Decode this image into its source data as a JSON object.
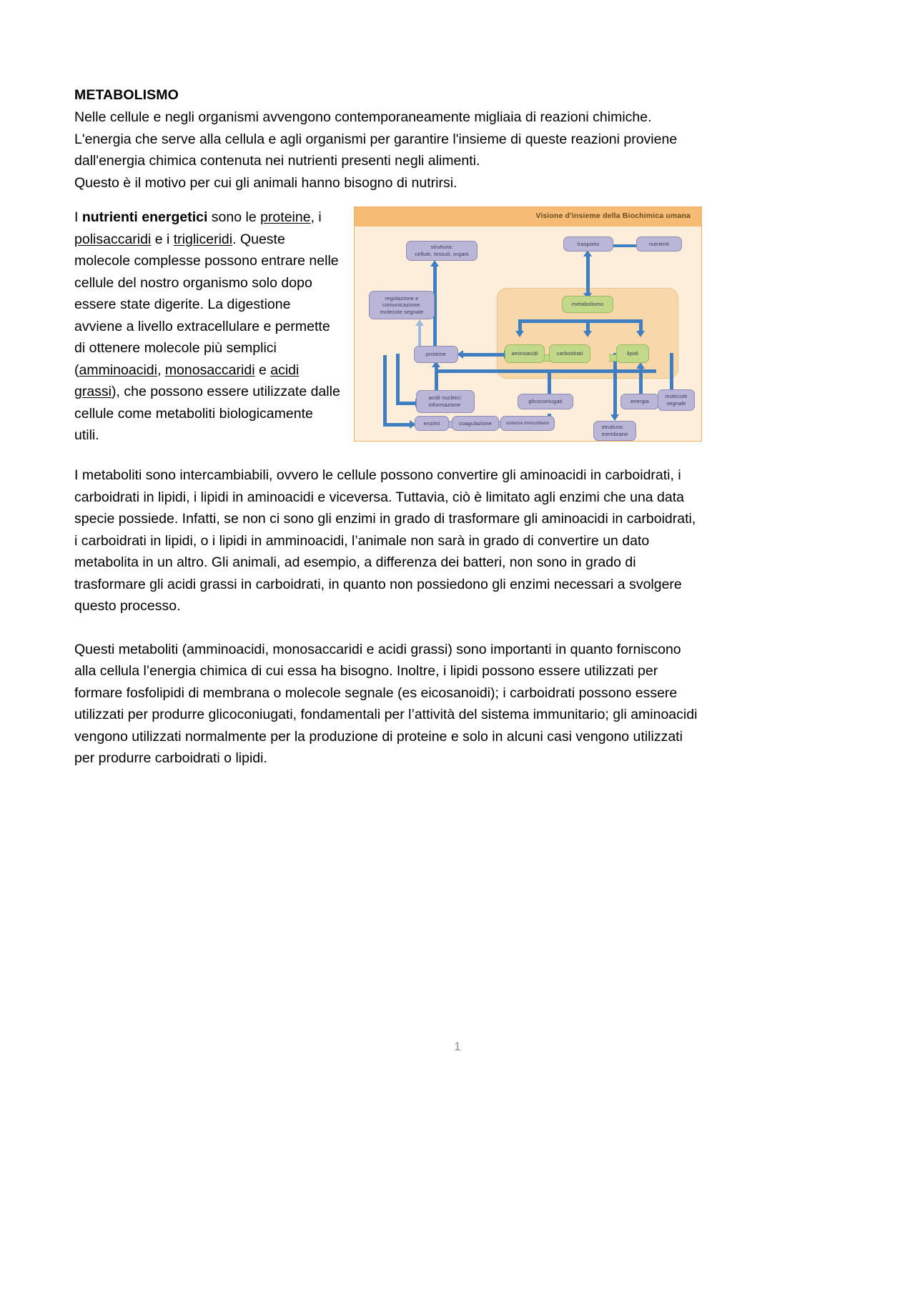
{
  "document": {
    "title": "METABOLISMO",
    "page_number": "1",
    "intro_lines": [
      "Nelle cellule e negli organismi avvengono contemporaneamente migliaia di reazioni chimiche.",
      "L'energia che serve alla cellula e agli organismi per garantire l'insieme di queste reazioni proviene dall'energia chimica contenuta nei nutrienti presenti negli alimenti.",
      "Questo è il motivo per cui gli animali hanno bisogno di nutrirsi."
    ],
    "left_column": {
      "prefix": "I ",
      "bold_term": "nutrienti energetici",
      "mid1": " sono le ",
      "u1": "proteine",
      "mid2": ", i ",
      "u2": "polisaccaridi",
      "mid3": " e i ",
      "u3": "trigliceridi",
      "mid4": ". Queste molecole complesse possono entrare nelle cellule del nostro organismo solo dopo essere state digerite. La digestione avviene a livello extracellulare e permette di ottenere molecole più semplici (",
      "u4": "amminoacidi",
      "mid5": ", ",
      "u5": "monosaccaridi",
      "mid6": " e ",
      "u6": "acidi grassi",
      "suffix": "), che possono essere utilizzate dalle cellule come metaboliti biologicamente utili."
    },
    "body_paragraphs": [
      "I metaboliti sono intercambiabili, ovvero le cellule possono convertire gli aminoacidi in carboidrati, i carboidrati in lipidi, i lipidi in aminoacidi e viceversa. Tuttavia, ciò è limitato agli enzimi che una data specie possiede. Infatti, se non ci sono gli enzimi in grado di trasformare gli aminoacidi in carboidrati, i carboidrati in lipidi, o i lipidi in amminoacidi, l’animale non sarà in grado di convertire un dato metabolita in un altro. Gli animali, ad esempio, a differenza dei batteri, non sono in grado di trasformare gli acidi grassi in carboidrati, in quanto non possiedono gli enzimi necessari a svolgere questo processo.",
      "Questi metaboliti (amminoacidi, monosaccaridi e acidi grassi) sono importanti in quanto forniscono alla cellula l’energia chimica di cui essa ha bisogno. Inoltre, i lipidi possono essere utilizzati per formare fosfolipidi di membrana o molecole segnale (es eicosanoidi); i carboidrati possono essere utilizzati per produrre glicoconiugati, fondamentali per l’attività del sistema immunitario; gli aminoacidi vengono utilizzati normalmente per la produzione di proteine e solo in alcuni casi vengono utilizzati per produrre carboidrati o lipidi."
    ]
  },
  "figure": {
    "title": "Visione d'insieme della Biochimica umana",
    "colors": {
      "header_band": "#f6bc76",
      "canvas": "#fdeedb",
      "metabolism_zone": "#f8d7ab",
      "purple_node": "#b9b6d8",
      "green_node": "#c3d98a",
      "arrow": "#3f7fc1"
    },
    "nodes": {
      "struttura_cellule": "struttura:\ncellule, tessuti, organi",
      "trasporto": "trasporto",
      "nutrienti": "nutrienti",
      "regolazione": "regolazione e\ncomunicazione:\nmolecole segnale",
      "metabolismo": "metabolismo",
      "proteine": "proteine",
      "aminoacidi": "aminoacidi",
      "carboidrati": "carboidrati",
      "lipidi": "lipidi",
      "acidi_nucleici": "acidi nucleici:\ninformazione",
      "glicoconiugati": "glicoconiugati",
      "energia": "energia",
      "molecole_segnale": "molecole\nsegnale",
      "enzimi": "enzimi",
      "coagulazione": "coagulazione",
      "sistema_immunitario": "sistema immunitario",
      "struttura_membrane": "struttura:\nmembrane"
    }
  }
}
